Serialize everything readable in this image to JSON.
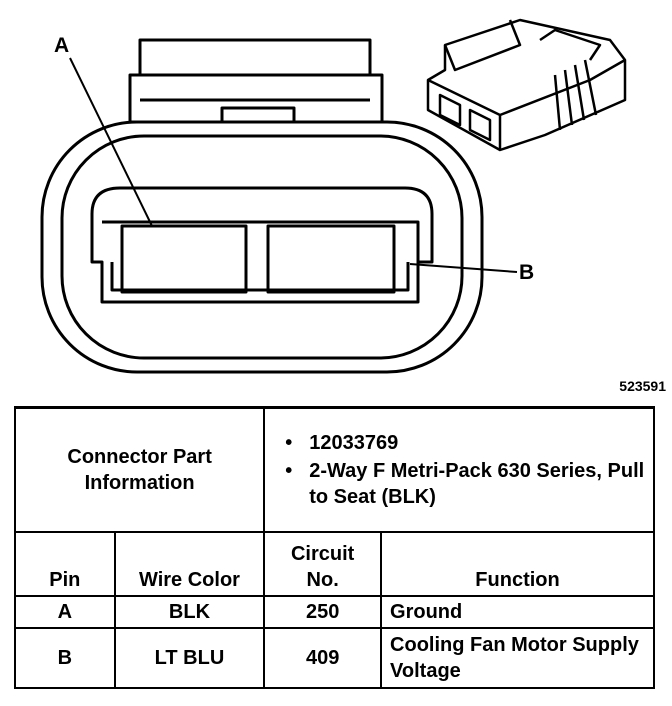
{
  "diagram": {
    "label_a": "A",
    "label_b": "B",
    "figure_id": "523591"
  },
  "table": {
    "part_info_label": "Connector Part Information",
    "part_items": [
      "12033769",
      "2-Way F Metri-Pack 630 Series, Pull to Seat (BLK)"
    ],
    "headers": {
      "pin": "Pin",
      "wire_color": "Wire Color",
      "circuit_no": "Circuit No.",
      "function": "Function"
    },
    "rows": [
      {
        "pin": "A",
        "wire_color": "BLK",
        "circuit": "250",
        "function": "Ground"
      },
      {
        "pin": "B",
        "wire_color": "LT BLU",
        "circuit": "409",
        "function": "Cooling Fan Motor Supply Voltage"
      }
    ]
  }
}
